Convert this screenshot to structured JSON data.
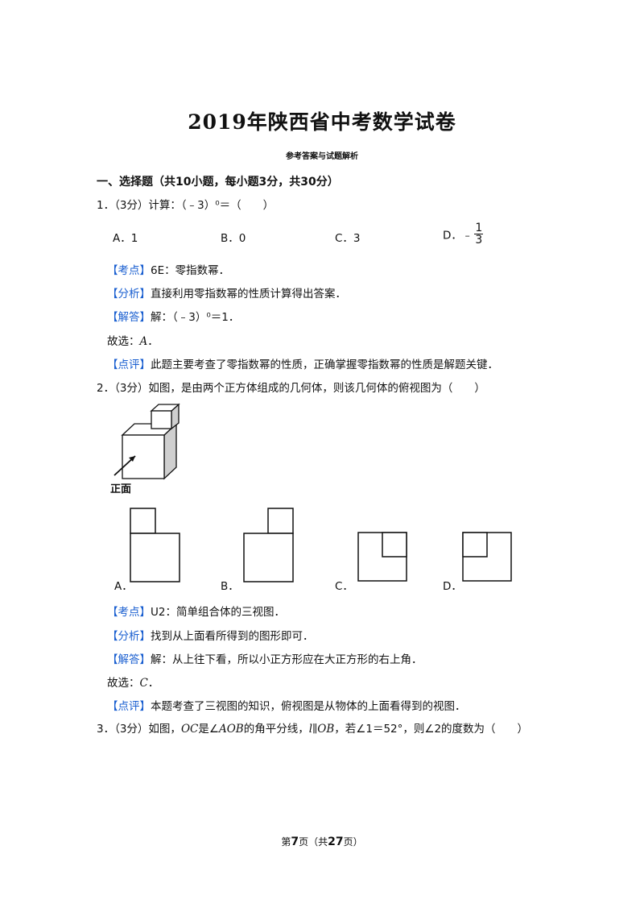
{
  "header": {
    "title": "2019年陕西省中考数学试卷",
    "subtitle": "参考答案与试题解析"
  },
  "section1": "一、选择题（共10小题，每小题3分，共30分）",
  "q1": {
    "stem": "1．（3分）计算：（﹣3）⁰＝（　　）",
    "options": {
      "a": "A．1",
      "b": "B．0",
      "c": "C．3",
      "d_prefix": "D．﹣",
      "d_num": "1",
      "d_den": "3"
    },
    "kaodian_tag": "【考点】",
    "kaodian": "6E：零指数幂．",
    "fenxi_tag": "【分析】",
    "fenxi": "直接利用零指数幂的性质计算得出答案．",
    "jieda_tag": "【解答】",
    "jieda": "解：（﹣3）⁰＝1．",
    "guxuan_prefix": "故选：",
    "guxuan_choice": "A",
    "guxuan_suffix": "．",
    "dianping_tag": "【点评】",
    "dianping": "此题主要考查了零指数幂的性质，正确掌握零指数幂的性质是解题关键．"
  },
  "q2": {
    "stem": "2．（3分）如图，是由两个正方体组成的几何体，则该几何体的俯视图为（　　）",
    "figure_label": "正面",
    "options": {
      "a": "A．",
      "b": "B．",
      "c": "C．",
      "d": "D．"
    },
    "kaodian_tag": "【考点】",
    "kaodian": "U2：简单组合体的三视图．",
    "fenxi_tag": "【分析】",
    "fenxi": "找到从上面看所得到的图形即可．",
    "jieda_tag": "【解答】",
    "jieda": "解：从上往下看，所以小正方形应在大正方形的右上角．",
    "guxuan_prefix": "故选：",
    "guxuan_choice": "C",
    "guxuan_suffix": "．",
    "dianping_tag": "【点评】",
    "dianping": "本题考查了三视图的知识，俯视图是从物体的上面看得到的视图．"
  },
  "q3": {
    "stem_a": "3．（3分）如图，",
    "oc": "OC",
    "stem_b": "是∠",
    "aob": "AOB",
    "stem_c": "的角平分线，",
    "l_par": "l∥OB",
    "stem_d": "，若∠1＝52°，则∠2的度数为（　　）"
  },
  "footer": {
    "pre": "第",
    "page": "7",
    "mid": "页（共",
    "total": "27",
    "post": "页）"
  }
}
